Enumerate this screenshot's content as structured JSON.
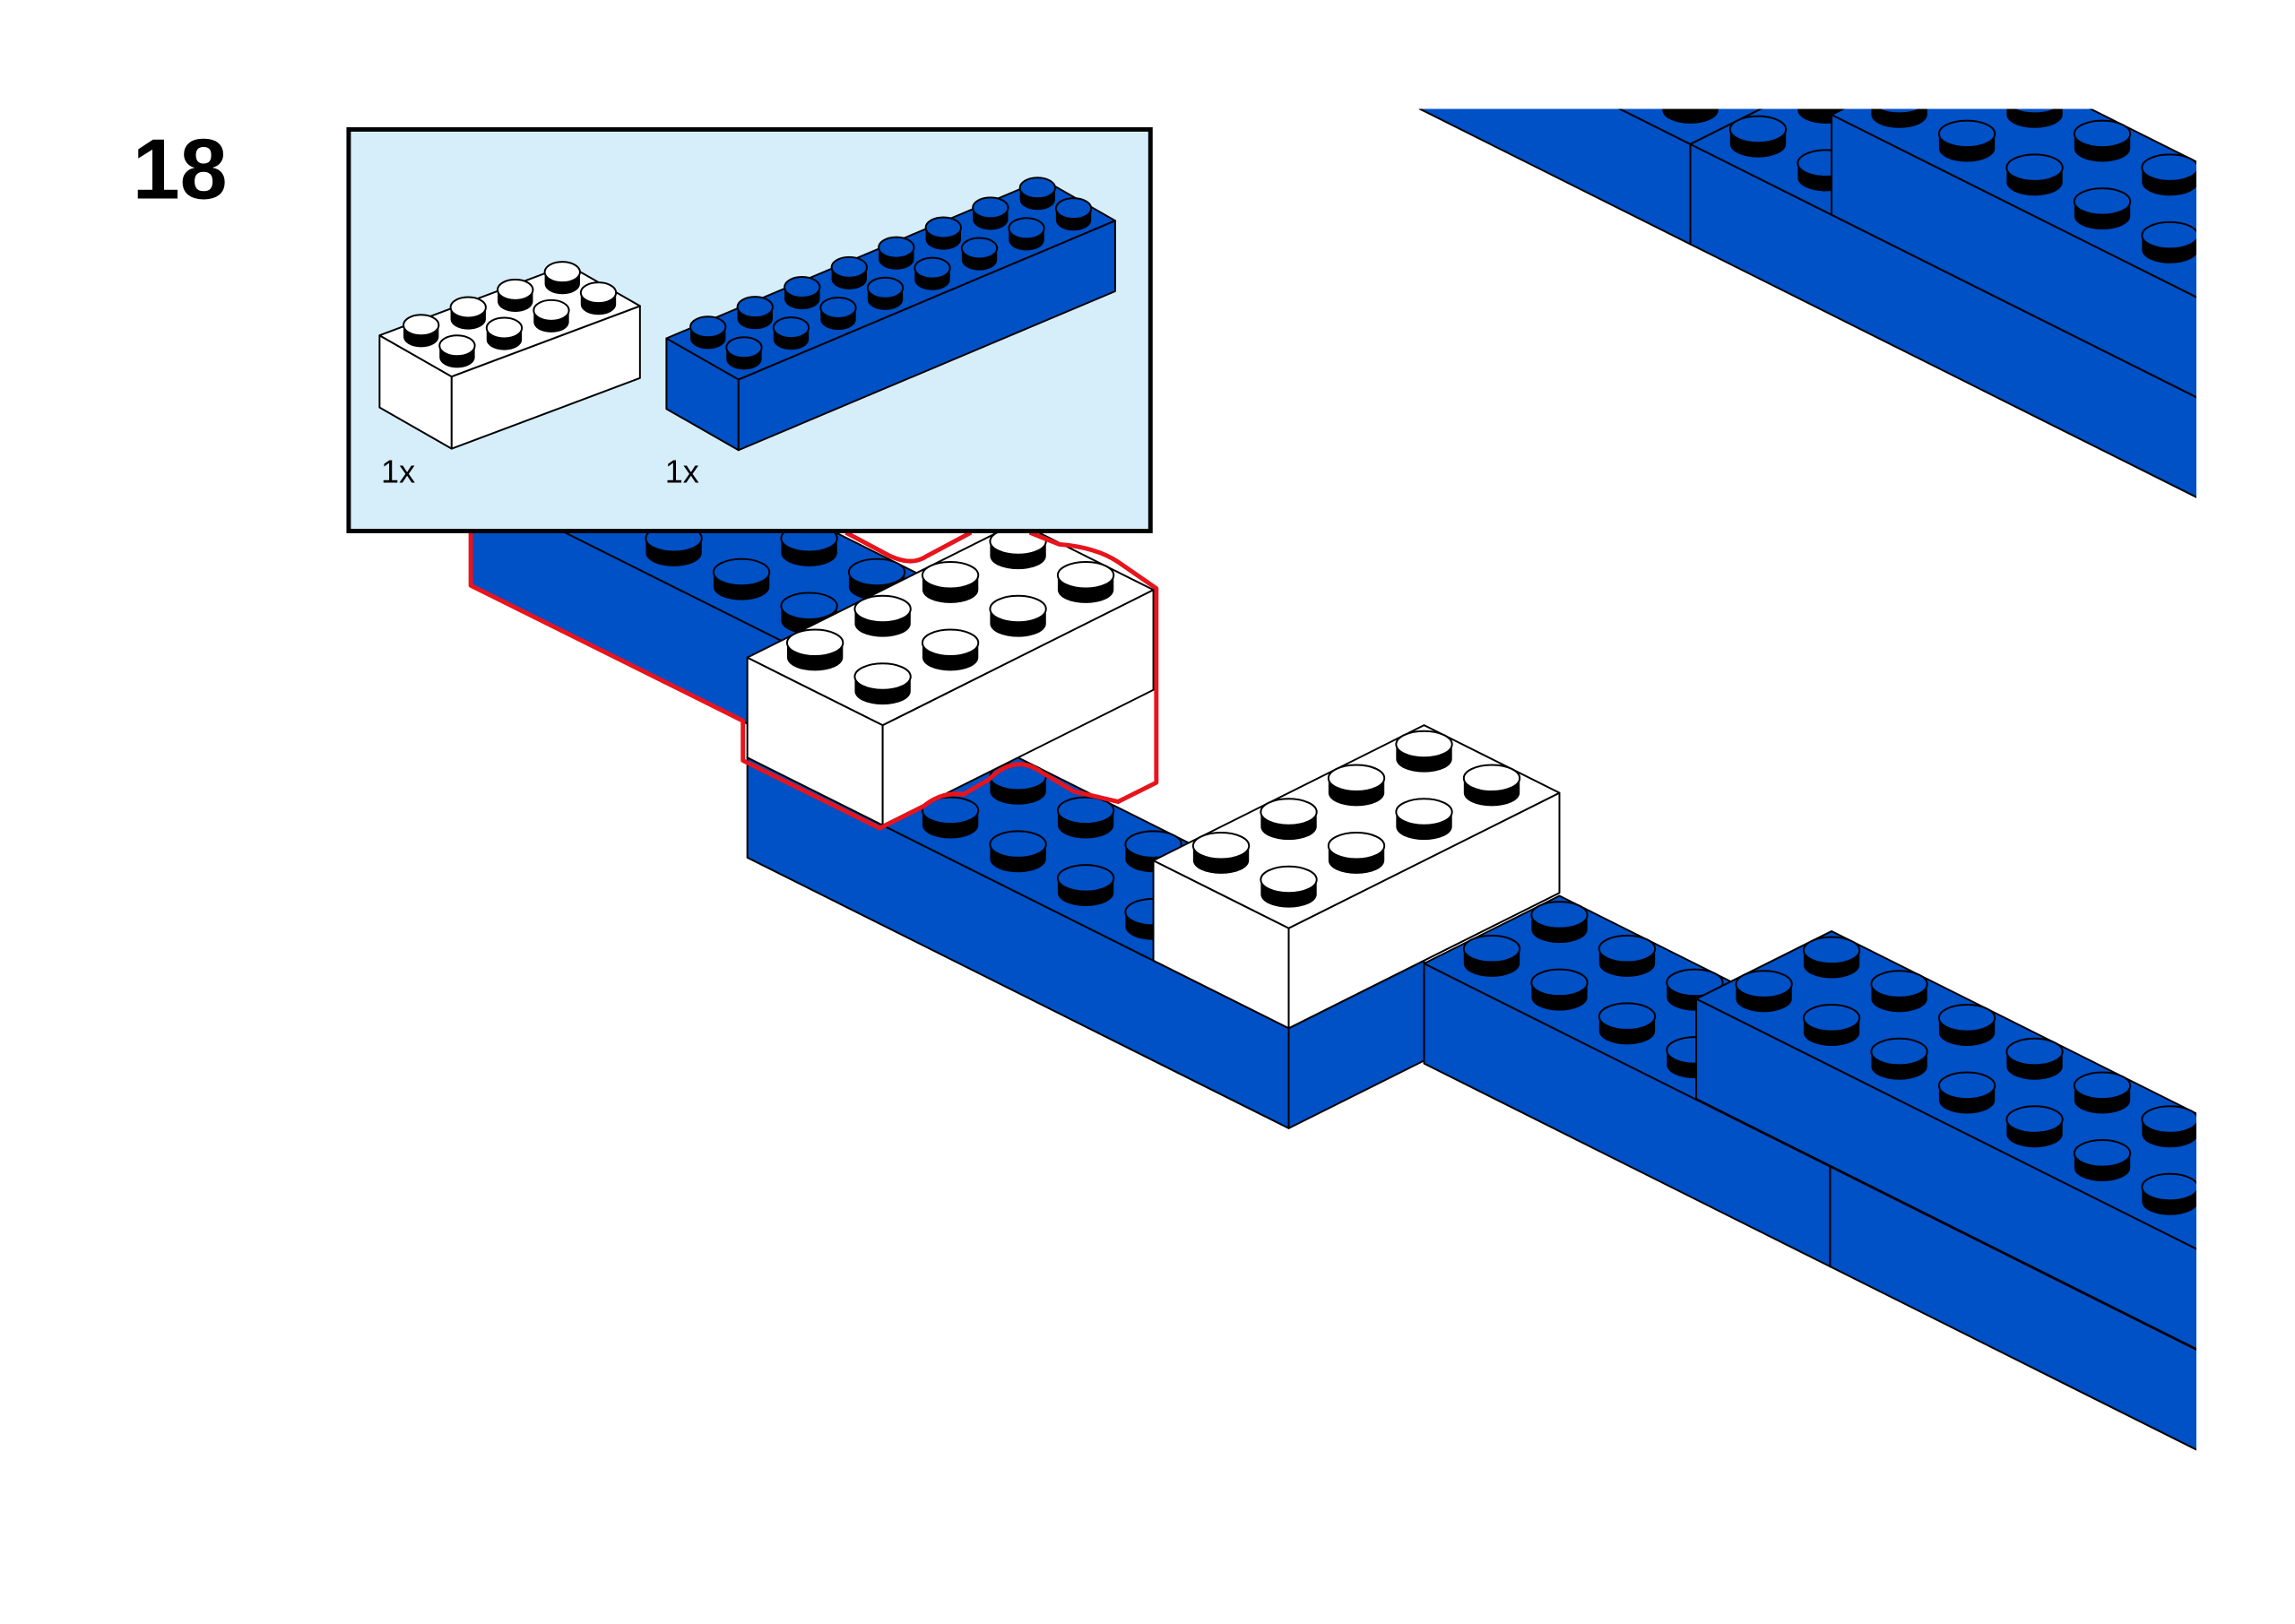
{
  "step": {
    "number": "18"
  },
  "parts_callout": {
    "background": "#d6eefa",
    "parts": [
      {
        "name": "white-brick-2x4",
        "qty": "1x",
        "color": "#ffffff"
      },
      {
        "name": "blue-brick-2x8",
        "qty": "1x",
        "color": "#0050c6"
      }
    ]
  },
  "colors": {
    "blue": "#0050c6",
    "white": "#ffffff",
    "highlight": "#e8141c"
  }
}
